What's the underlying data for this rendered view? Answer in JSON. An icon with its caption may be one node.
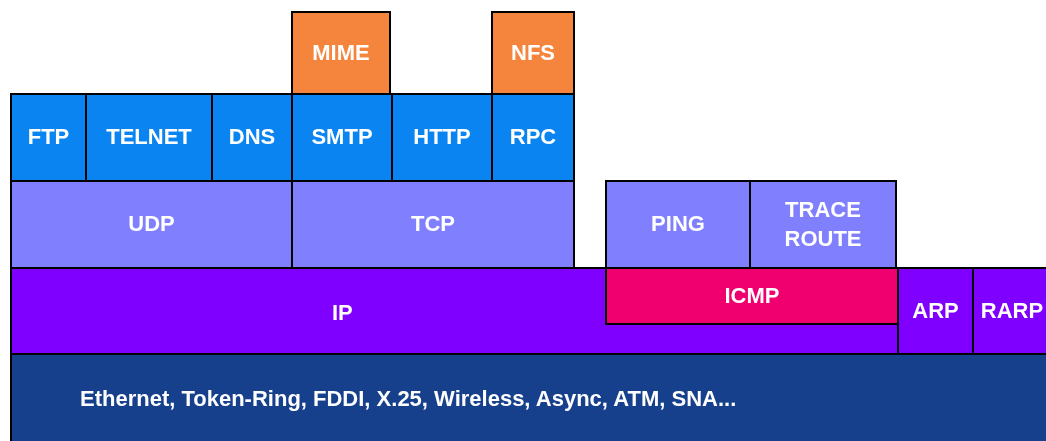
{
  "diagram": {
    "nodes": [
      {
        "text": [
          "MIME"
        ]
      },
      {
        "text": [
          "NFS"
        ]
      },
      {
        "text": [
          "FTP"
        ]
      },
      {
        "text": [
          "TELNET"
        ]
      },
      {
        "text": [
          "DNS"
        ]
      },
      {
        "text": [
          "SMTP"
        ]
      },
      {
        "text": [
          "HTTP"
        ]
      },
      {
        "text": [
          "RPC"
        ]
      },
      {
        "text": [
          "UDP"
        ]
      },
      {
        "text": [
          "TCP"
        ]
      },
      {
        "text": [
          "PING"
        ]
      },
      {
        "text": [
          "TRACE ROUTE"
        ]
      },
      {
        "text": [
          "IP"
        ]
      },
      {
        "text": [
          "ICMP"
        ],
        "in": 12
      },
      {
        "text": [
          "ARP"
        ]
      },
      {
        "text": [
          "RARP"
        ]
      },
      {
        "text": [
          "Ethernet, Token-Ring, FDDI, X.25, Wireless, Async, ATM, SNA..."
        ]
      }
    ]
  }
}
